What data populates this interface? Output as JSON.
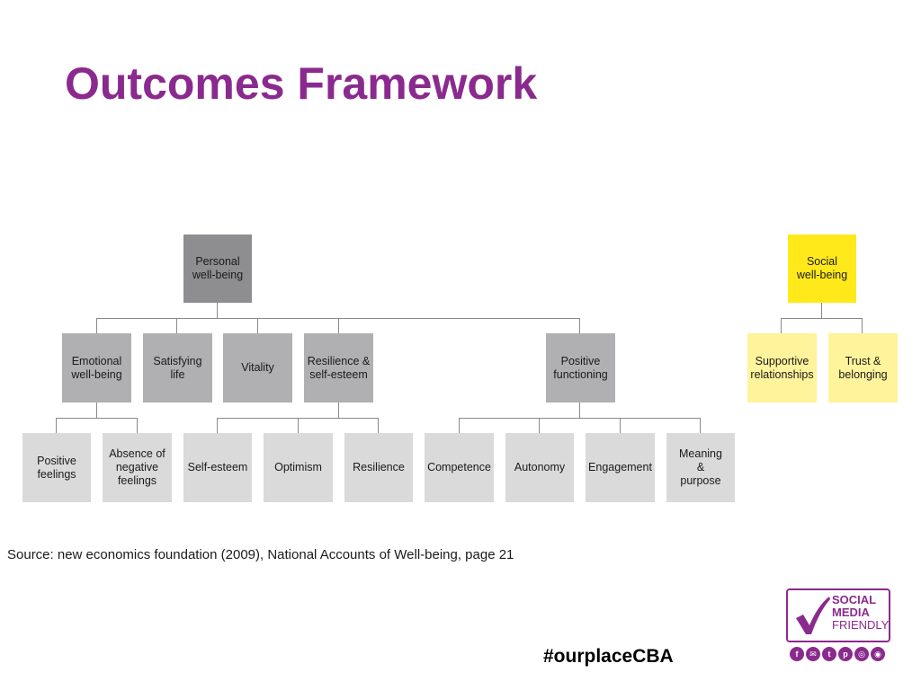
{
  "title": "Outcomes Framework",
  "diagram": {
    "personal": "Personal\nwell-being",
    "social": "Social\nwell-being",
    "emotional": "Emotional\nwell-being",
    "satisfying": "Satisfying\nlife",
    "vitality": "Vitality",
    "resilience_esteem": "Resilience &\nself-esteem",
    "positive_functioning": "Positive\nfunctioning",
    "supportive": "Supportive\nrelationships",
    "trust": "Trust &\nbelonging",
    "positive_feelings": "Positive\nfeelings",
    "absence_negative": "Absence of\nnegative\nfeelings",
    "self_esteem": "Self-esteem",
    "optimism": "Optimism",
    "resilience": "Resilience",
    "competence": "Competence",
    "autonomy": "Autonomy",
    "engagement": "Engagement",
    "meaning": "Meaning\n&\npurpose"
  },
  "source": "Source: new economics foundation (2009), National Accounts of Well-being, page 21",
  "hashtag": "#ourplaceCBA",
  "logo": {
    "line1": "SOCIAL",
    "line2": "MEDIA",
    "line3": "FRIENDLY"
  },
  "social_icons": [
    "facebook-icon",
    "email-icon",
    "twitter-icon",
    "pinterest-icon",
    "instagram-icon",
    "rss-icon"
  ],
  "colors": {
    "accent": "#8b2a8e",
    "social_top": "#ffe91a",
    "social_child": "#fff39b"
  }
}
